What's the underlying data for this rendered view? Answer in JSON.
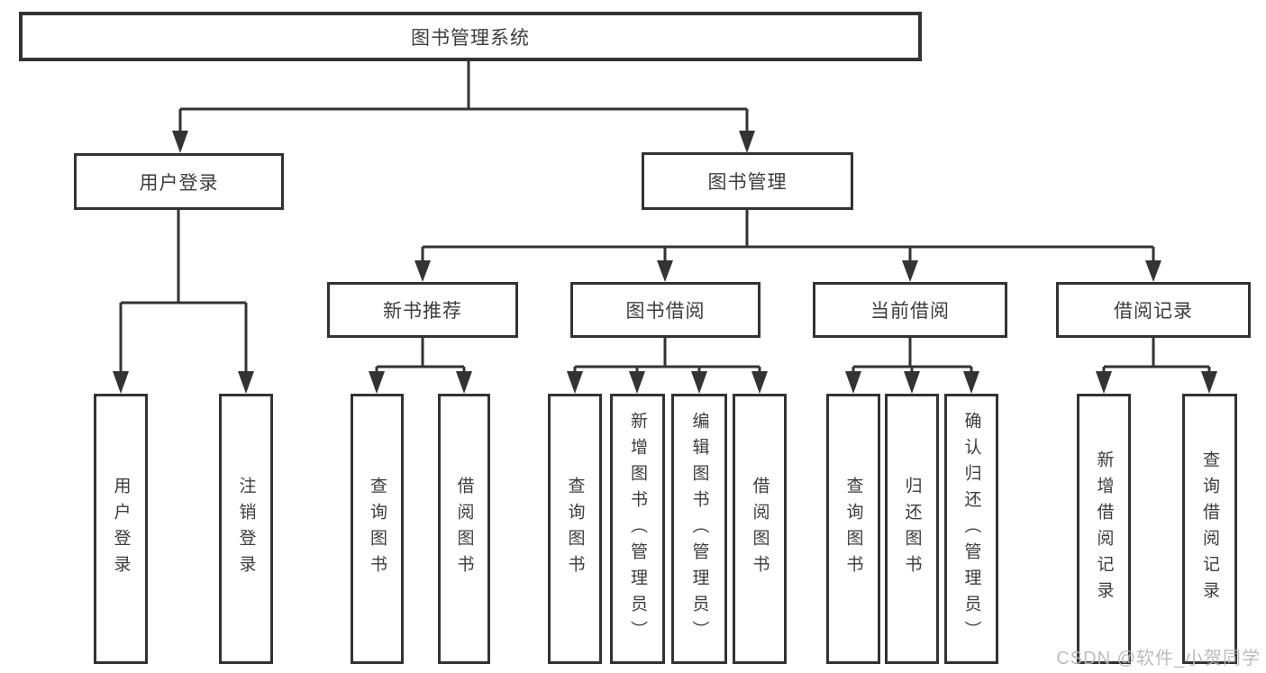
{
  "diagram": {
    "root": {
      "label": "图书管理系统"
    },
    "level2": [
      {
        "label": "用户登录",
        "children": [
          {
            "label": "用户登录"
          },
          {
            "label": "注销登录"
          }
        ]
      },
      {
        "label": "图书管理",
        "children": [
          {
            "label": "新书推荐",
            "children": [
              {
                "label": "查询图书"
              },
              {
                "label": "借阅图书"
              }
            ]
          },
          {
            "label": "图书借阅",
            "children": [
              {
                "label": "查询图书"
              },
              {
                "label": "新增图书（管理员）"
              },
              {
                "label": "编辑图书（管理员）"
              },
              {
                "label": "借阅图书"
              }
            ]
          },
          {
            "label": "当前借阅",
            "children": [
              {
                "label": "查询图书"
              },
              {
                "label": "归还图书"
              },
              {
                "label": "确认归还（管理员）"
              }
            ]
          },
          {
            "label": "借阅记录",
            "children": [
              {
                "label": "新增借阅记录"
              },
              {
                "label": "查询借阅记录"
              }
            ]
          }
        ]
      }
    ]
  },
  "watermark": {
    "text": "CSDN @软件_小贺同学"
  },
  "colors": {
    "line": "#333333",
    "box_border": "#333333",
    "text": "#3d3d3d",
    "background": "#ffffff",
    "watermark": "#b6b6b6"
  }
}
